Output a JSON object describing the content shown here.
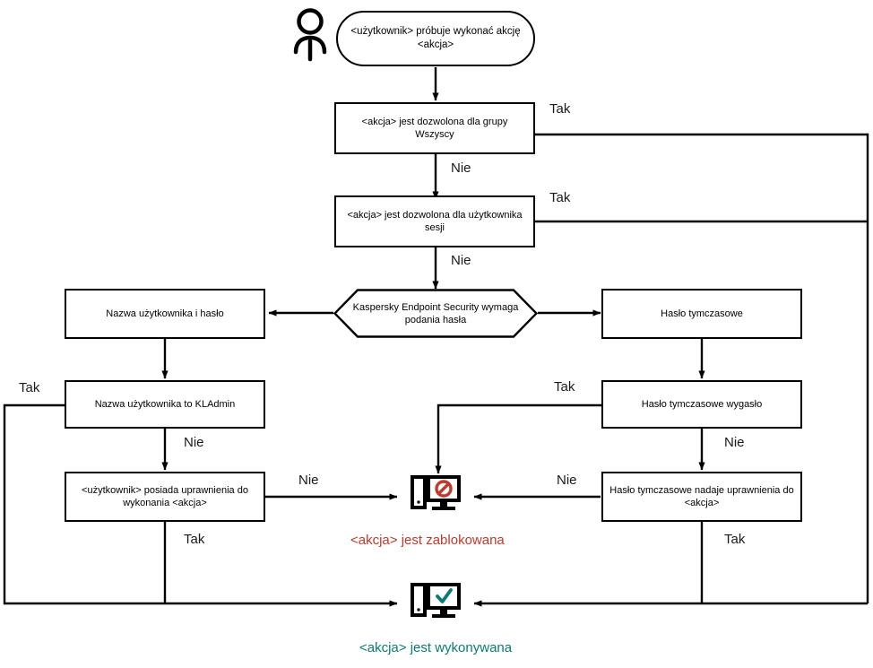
{
  "diagram": {
    "title": "Kaspersky Endpoint Security password protection decision flow",
    "language": "pl",
    "colors": {
      "line": "#000000",
      "blocked": "#c0392b",
      "allowed": "#0a7b73",
      "background": "#ffffff"
    }
  },
  "actor": {
    "name": "user-actor",
    "icon": "person-icon"
  },
  "nodes": {
    "start": {
      "label": "<użytkownik> próbuje wykonać akcję <akcja>",
      "line1": "<użytkownik> próbuje wykonać akcję",
      "line2": "<akcja>",
      "shape": "terminator"
    },
    "allowed_everyone": {
      "label": "<akcja> jest dozwolona dla grupy Wszyscy",
      "shape": "process"
    },
    "allowed_session_user": {
      "line1": "<akcja> jest dozwolona dla użytkownika",
      "line2": "sesji",
      "shape": "process"
    },
    "requires_password": {
      "line1": "Kaspersky Endpoint Security wymaga",
      "line2": "podania hasła",
      "shape": "hexagon"
    },
    "username_password": {
      "label": "Nazwa użytkownika i hasło",
      "shape": "process"
    },
    "username_kladmin": {
      "label": "Nazwa użytkownika to KLAdmin",
      "shape": "process"
    },
    "user_has_rights": {
      "line1": "<użytkownik> posiada uprawnienia do",
      "line2": "wykonania <akcja>",
      "shape": "process"
    },
    "temporary_password": {
      "label": "Hasło tymczasowe",
      "shape": "process"
    },
    "temporary_password_expired": {
      "label": "Hasło tymczasowe wygasło",
      "shape": "process"
    },
    "temporary_password_grants": {
      "line1": "Hasło tymczasowe nadaje uprawnienia do",
      "line2": "<akcja>",
      "shape": "process"
    }
  },
  "edge_labels": {
    "yes": "Tak",
    "no": "Nie",
    "everyone_yes": "Tak",
    "everyone_no": "Nie",
    "session_yes": "Tak",
    "session_no": "Nie",
    "kladmin_yes": "Tak",
    "kladmin_no": "Nie",
    "rights_yes": "Tak",
    "rights_no": "Nie",
    "expired_yes": "Tak",
    "expired_no": "Nie",
    "grants_yes": "Tak",
    "grants_no": "Nie"
  },
  "outcomes": {
    "blocked": {
      "text": "<akcja> jest zablokowana",
      "icon": "computer-blocked-icon",
      "color": "#c0392b"
    },
    "allowed": {
      "text": "<akcja> jest wykonywana",
      "icon": "computer-allowed-icon",
      "color": "#0a7b73"
    }
  }
}
